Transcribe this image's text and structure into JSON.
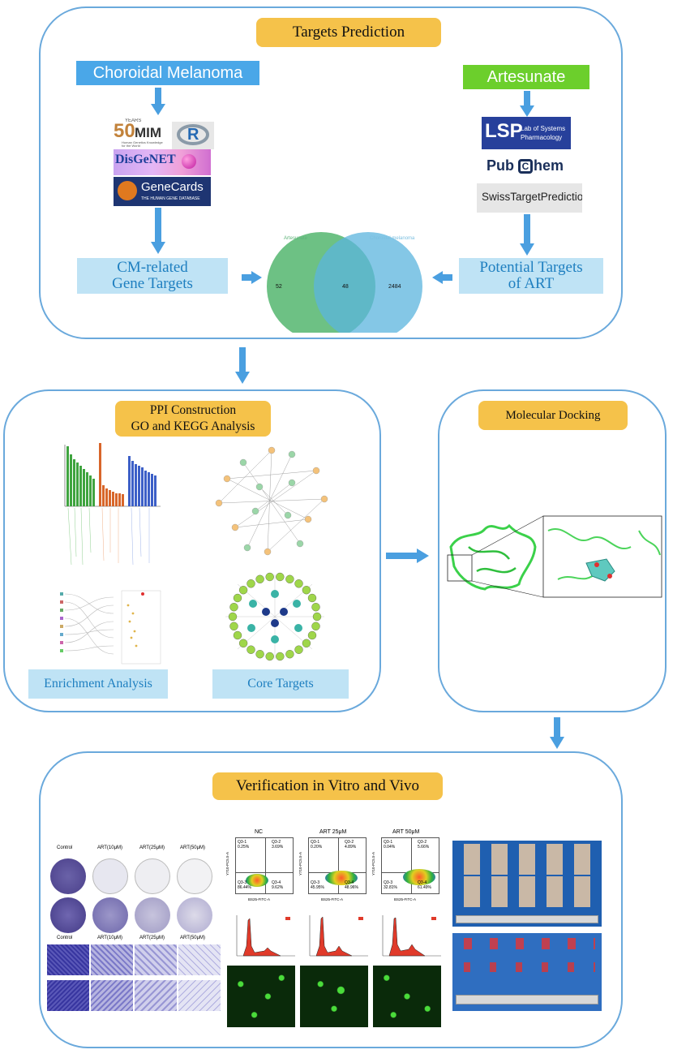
{
  "top": {
    "title": "Targets Prediction",
    "disease_label": "Choroidal Melanoma",
    "drug_label": "Artesunate",
    "cm_targets": [
      "CM-related",
      "Gene Targets"
    ],
    "art_targets": [
      "Potential Targets",
      "of ART"
    ],
    "disease_dbs": {
      "omim_years": "YEARS",
      "omim": "MIM",
      "omim_num": "50",
      "omim_sub": "Human Genetics Knowledge for the World",
      "r": "R",
      "disgenet": "DisGeNET",
      "genecards": "GeneCards",
      "genecards_sub": "THE HUMAN GENE DATABASE"
    },
    "drug_dbs": {
      "lsp": "LSP",
      "lsp_sub1": "Lab of Systems",
      "lsp_sub2": "Pharmacology",
      "pubchem_a": "Pub",
      "pubchem_b": "hem",
      "swiss": "SwissTargetPrediction"
    },
    "venn": {
      "left_label": "Artesunate",
      "right_label": "Choroidal melanoma",
      "left_only": "52",
      "overlap": "48",
      "right_only": "2484"
    }
  },
  "middle": {
    "ppi_title_1": "PPI Construction",
    "ppi_title_2": "GO and KEGG Analysis",
    "enrichment": "Enrichment Analysis",
    "core": "Core Targets",
    "docking_title": "Molecular Docking"
  },
  "bottom": {
    "title": "Verification in Vitro and Vivo",
    "colony_labels": [
      "Control",
      "ART(10μM)",
      "ART(25μM)",
      "ART(50μM)"
    ],
    "flow_labels": [
      "NC",
      "ART 25μM",
      "ART 50μM"
    ],
    "flow_quadrants": [
      [
        "Q3-1",
        "0.25%",
        "Q3-2",
        "3.69%",
        "Q3-3",
        "86.44%",
        "Q3-4",
        "9.62%"
      ],
      [
        "Q3-1",
        "0.20%",
        "Q3-2",
        "4.89%",
        "Q3-3",
        "45.95%",
        "Q3-4",
        "48.96%"
      ],
      [
        "Q3-1",
        "0.04%",
        "Q3-2",
        "5.66%",
        "Q3-3",
        "32.81%",
        "Q3-4",
        "61.49%"
      ]
    ],
    "flow_axis_x": "BS25-FITC-A",
    "flow_axis_y": "Y710-PC5.5-A"
  },
  "colors": {
    "panel_border": "#6aa9dc",
    "tag": "#f5c24a",
    "light_blue_box": "#bfe3f5",
    "light_blue_text": "#1e7fc0",
    "blue_head": "#4aa7e8",
    "green_head": "#6ccf2c",
    "arrow": "#4a9fe0",
    "venn_left": "#54b66f",
    "venn_right": "#5bb4dd"
  }
}
